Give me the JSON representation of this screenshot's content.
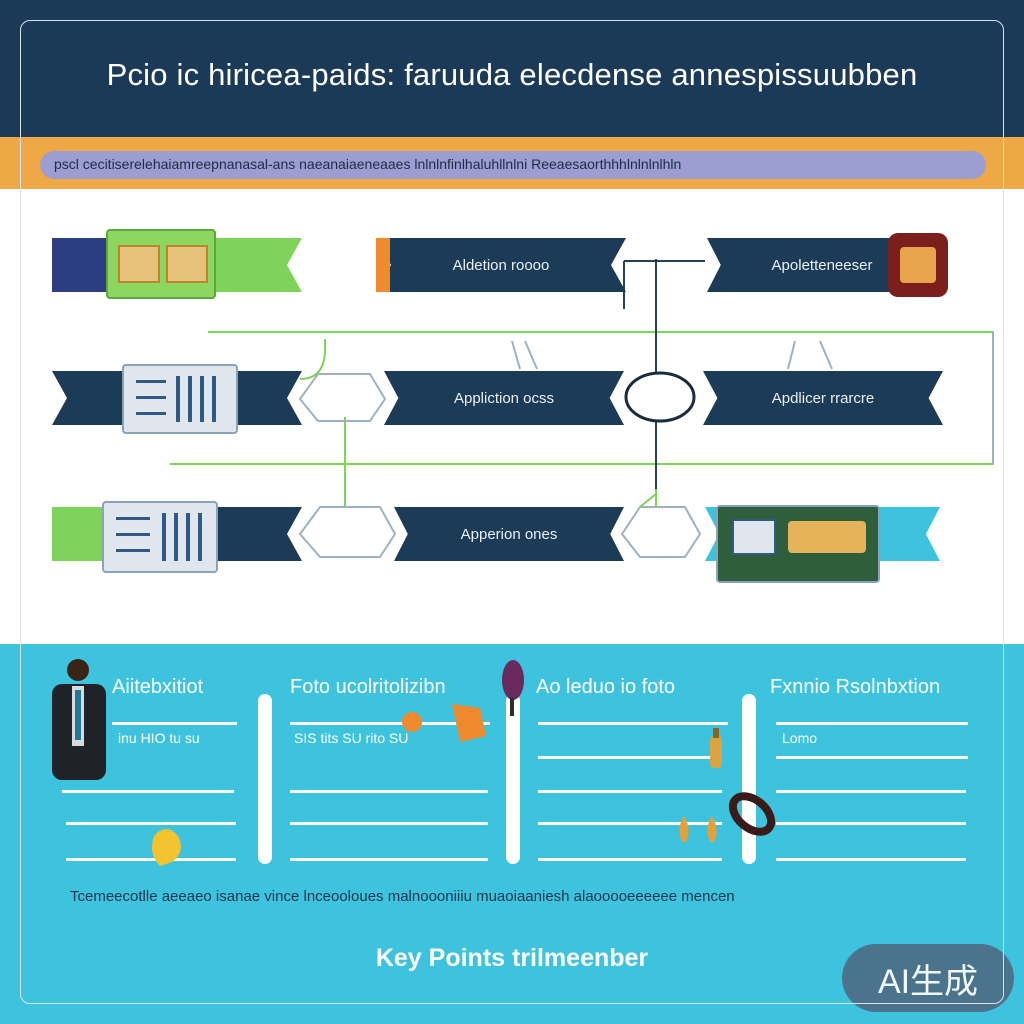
{
  "header": {
    "title": "Pcio ic hiricea-paids: faruuda elecdense annespissuubben",
    "subtitle": "pscl cecitiserelehaiamreepnanasal-ans naeanaiaeneaaes  lnlnlnfinlhaluhllnlni Reeaesaorthhhlnlnlnlhln"
  },
  "diagram": {
    "nodes": {
      "top_middle": "Aldetion roooo",
      "top_right": "Apoletteneeser",
      "mid_middle": "Appliction ocss",
      "mid_right": "Apdlicer rrarcre",
      "bottom_middle": "Apperion ones"
    },
    "colors": {
      "node": "#1c3b57",
      "accent_green": "#7ed35a",
      "accent_orange": "#f08a2e",
      "accent_teal": "#3ec3de",
      "connector": "#7ed35a"
    }
  },
  "panel": {
    "columns": [
      {
        "heading": "Aiitebxitiot",
        "row1": "inu HIO tu su",
        "row2": ""
      },
      {
        "heading": "Foto  ucolritolizibn",
        "row1": "SIS tits SU rito SU",
        "row2": ""
      },
      {
        "heading": "Ao leduo io foto",
        "row1": "",
        "row2": ""
      },
      {
        "heading": "Fxnnio Rsolnbxtion",
        "row1": "Lomo",
        "row2": ""
      }
    ],
    "footer": "Tcemeecotlle aeeaeo isanae vince lnceooloues malnoooniiiu muaoiaaniesh alaooooeeeeee mencen",
    "key_points": "Key Points trilmeenber"
  },
  "badge": "AI生成"
}
